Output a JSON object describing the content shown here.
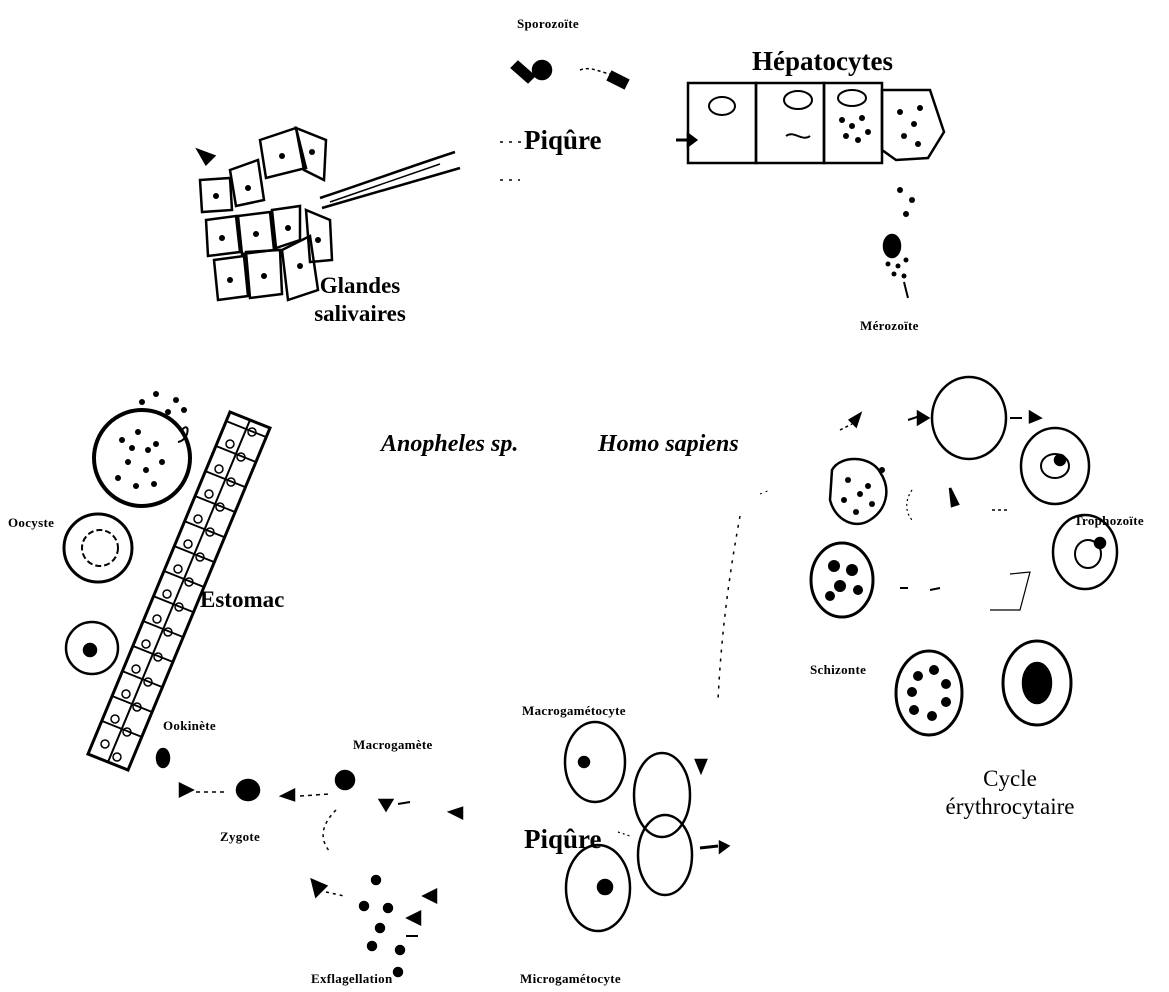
{
  "labels": {
    "sporozoite": "Sporozoïte",
    "hepatocytes": "Hépatocytes",
    "piqure_top": "Piqûre",
    "glandes_line1": "Glandes",
    "glandes_line2": "salivaires",
    "merozoite": "Mérozoïte",
    "anopheles": "Anopheles sp.",
    "homo": "Homo sapiens",
    "oocyste": "Oocyste",
    "estomac": "Estomac",
    "trophozoite": "Trophozoïte",
    "schizonte": "Schizonte",
    "ookinete": "Ookinète",
    "macrogamete": "Macrogamète",
    "macrogametocyte": "Macrogamétocyte",
    "zygote": "Zygote",
    "piqure_bottom": "Piqûre",
    "cycle_line1": "Cycle",
    "cycle_line2": "érythrocytaire",
    "exflagellation": "Exflagellation",
    "microgametocyte": "Microgamétocyte"
  }
}
